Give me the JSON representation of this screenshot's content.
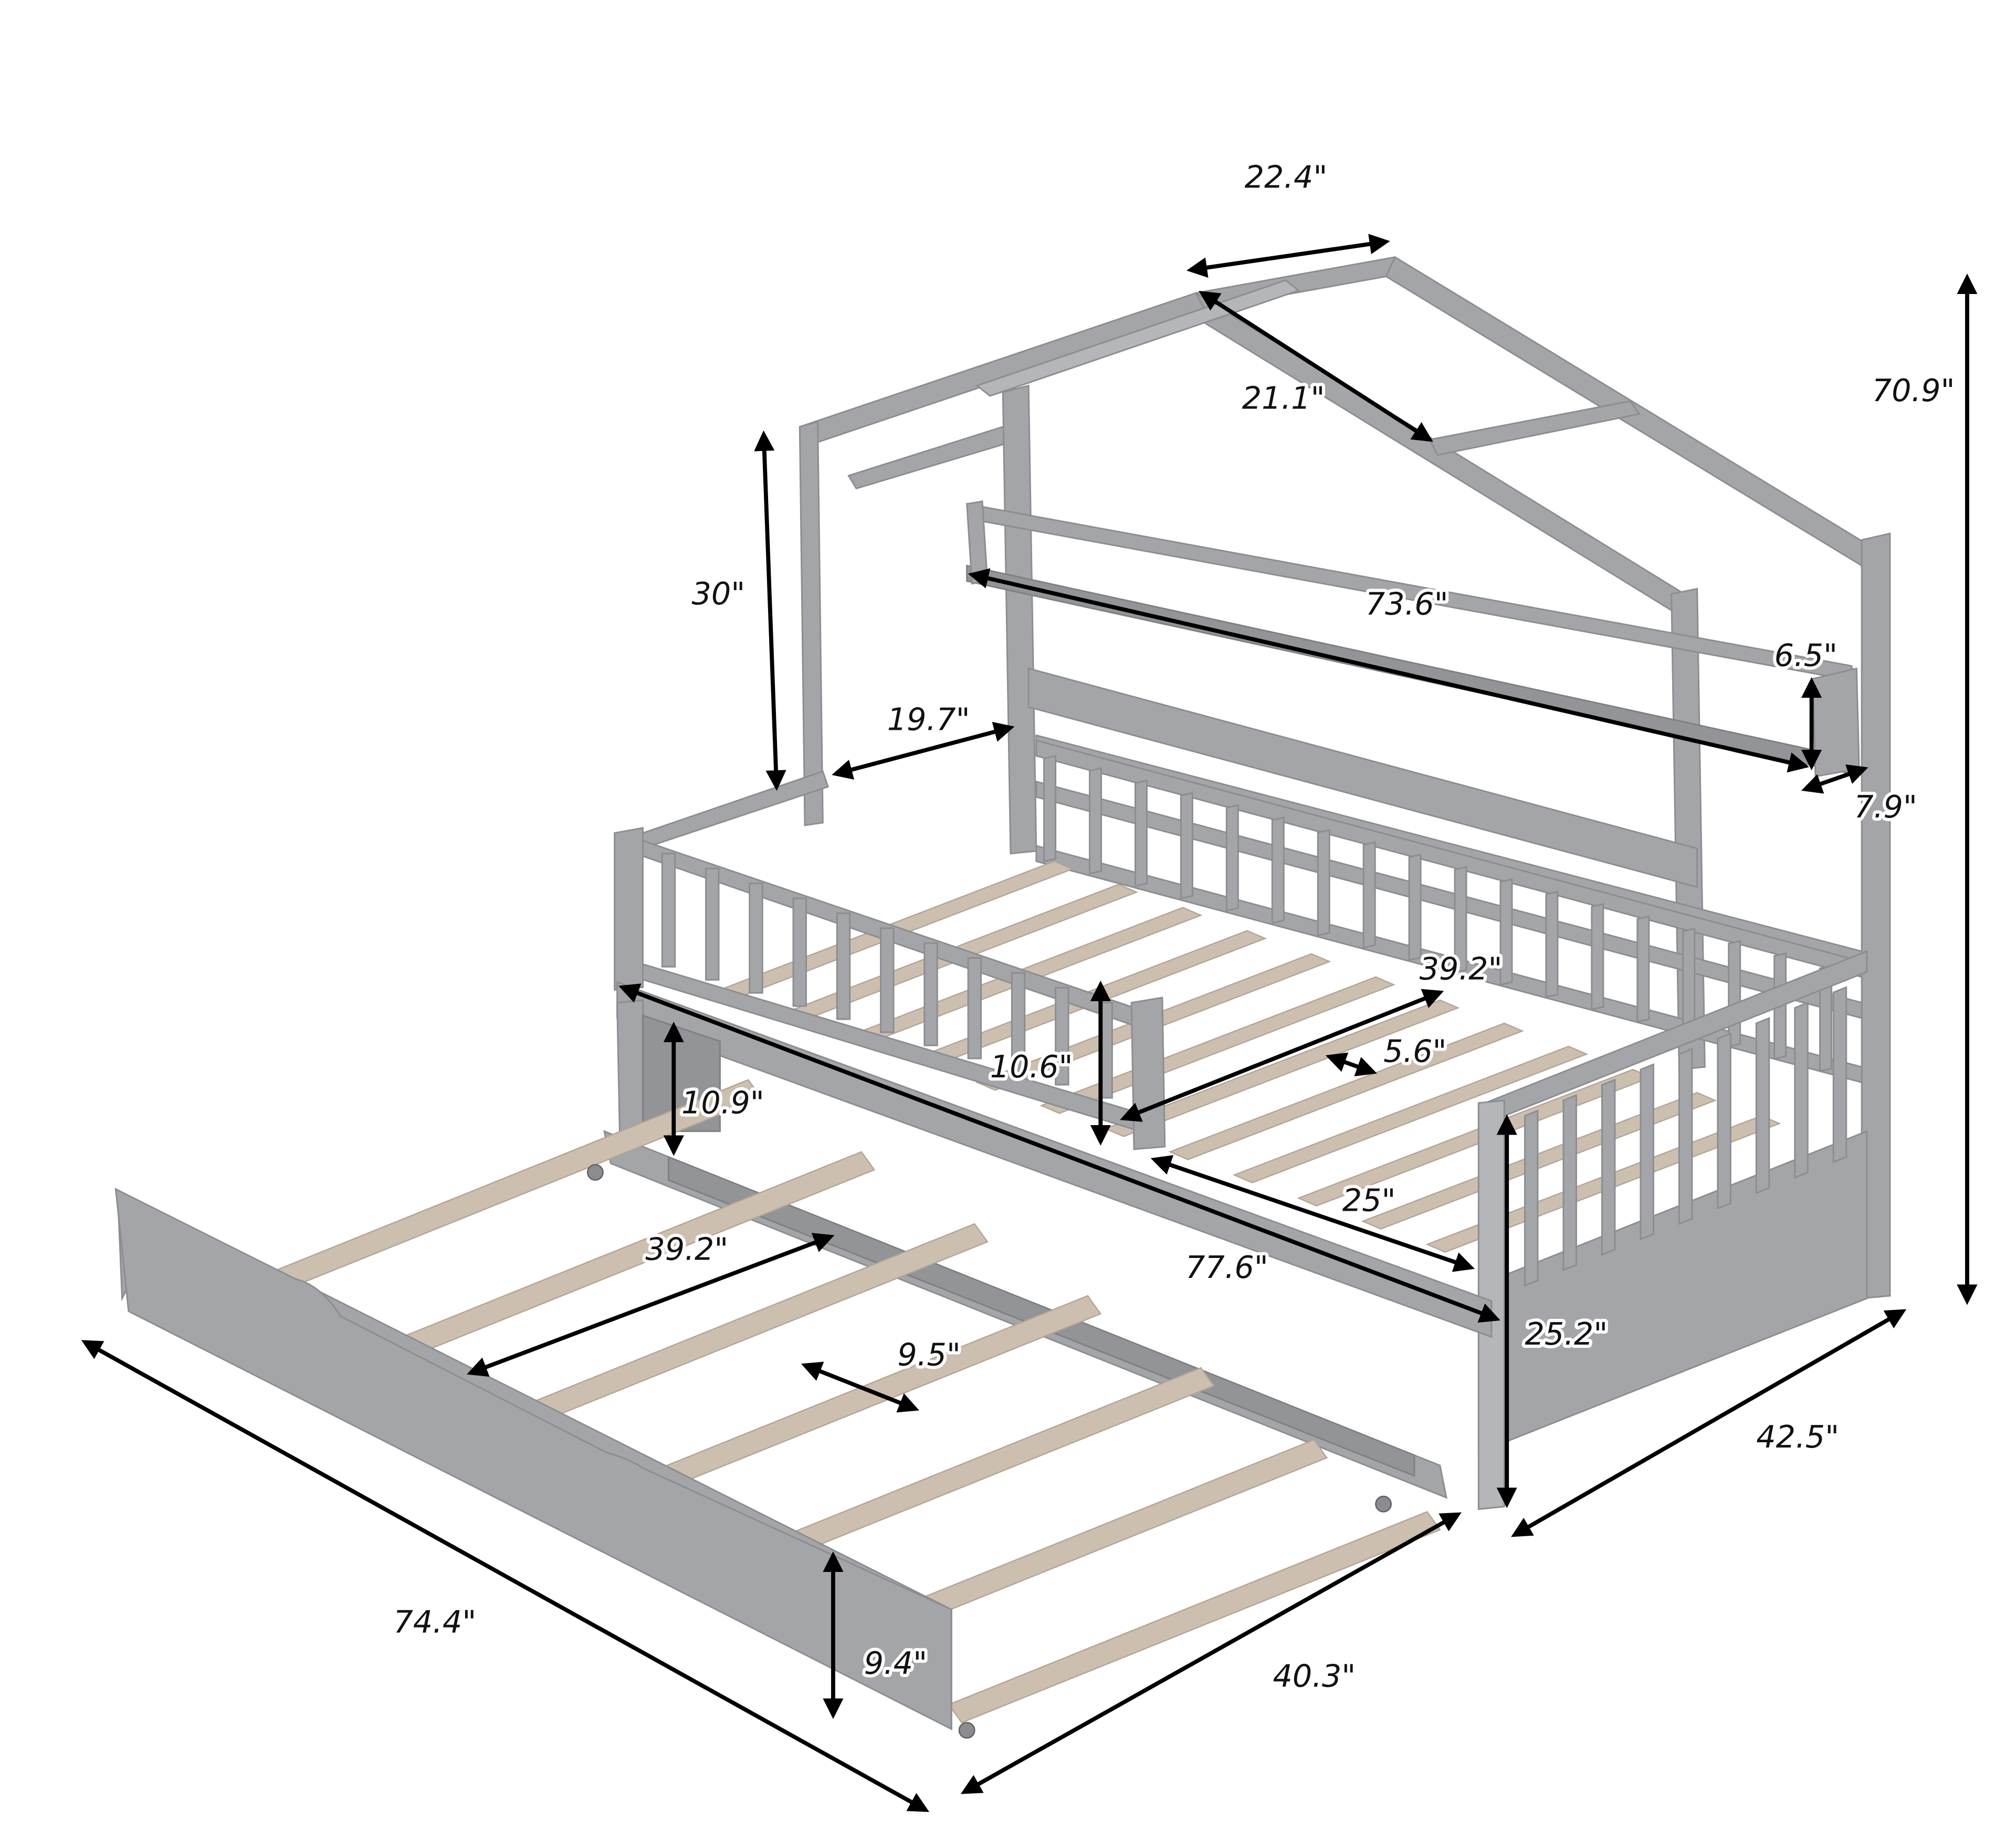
{
  "diagram": {
    "subject": "House-style twin daybed with trundle — dimension diagram",
    "colors": {
      "frame": "#a3a5a8",
      "slats": "#cdbfb0",
      "dimension_lines": "#000000",
      "background": "#ffffff"
    },
    "unit": "inches",
    "dimensions": {
      "roof_depth": {
        "label": "22.4\"",
        "value": 22.4,
        "description": "roof ridge depth"
      },
      "roof_slope": {
        "label": "21.1\"",
        "value": 21.1,
        "description": "roof slope length"
      },
      "total_height": {
        "label": "70.9\"",
        "value": 70.9,
        "description": "overall height"
      },
      "headboard_post_height": {
        "label": "30\"",
        "value": 30,
        "description": "post height above rail"
      },
      "shelf_length": {
        "label": "73.6\"",
        "value": 73.6,
        "description": "shelf length"
      },
      "shelf_height": {
        "label": "6.5\"",
        "value": 6.5,
        "description": "shelf height"
      },
      "shelf_depth": {
        "label": "7.9\"",
        "value": 7.9,
        "description": "shelf depth"
      },
      "side_rail_gap": {
        "label": "19.7\"",
        "value": 19.7,
        "description": "side guardrail section length"
      },
      "inner_width": {
        "label": "39.2\"",
        "value": 39.2,
        "description": "bed slat length / inner width"
      },
      "slat_spacing": {
        "label": "5.6\"",
        "value": 5.6,
        "description": "bed slat spacing"
      },
      "guardrail_height": {
        "label": "10.6\"",
        "value": 10.6,
        "description": "guardrail height"
      },
      "under_bed_clearance": {
        "label": "10.9\"",
        "value": 10.9,
        "description": "clearance under bed"
      },
      "opening_length": {
        "label": "25\"",
        "value": 25,
        "description": "guardrail opening length"
      },
      "overall_length": {
        "label": "77.6\"",
        "value": 77.6,
        "description": "bed overall length"
      },
      "footboard_height": {
        "label": "25.2\"",
        "value": 25.2,
        "description": "footboard height"
      },
      "overall_width": {
        "label": "42.5\"",
        "value": 42.5,
        "description": "bed overall width"
      },
      "trundle_inner_width": {
        "label": "39.2\"",
        "value": 39.2,
        "description": "trundle slat length"
      },
      "trundle_slat_spacing": {
        "label": "9.5\"",
        "value": 9.5,
        "description": "trundle slat spacing"
      },
      "trundle_length": {
        "label": "74.4\"",
        "value": 74.4,
        "description": "trundle length"
      },
      "trundle_width": {
        "label": "40.3\"",
        "value": 40.3,
        "description": "trundle width"
      },
      "trundle_height": {
        "label": "9.4\"",
        "value": 9.4,
        "description": "trundle height"
      }
    }
  }
}
